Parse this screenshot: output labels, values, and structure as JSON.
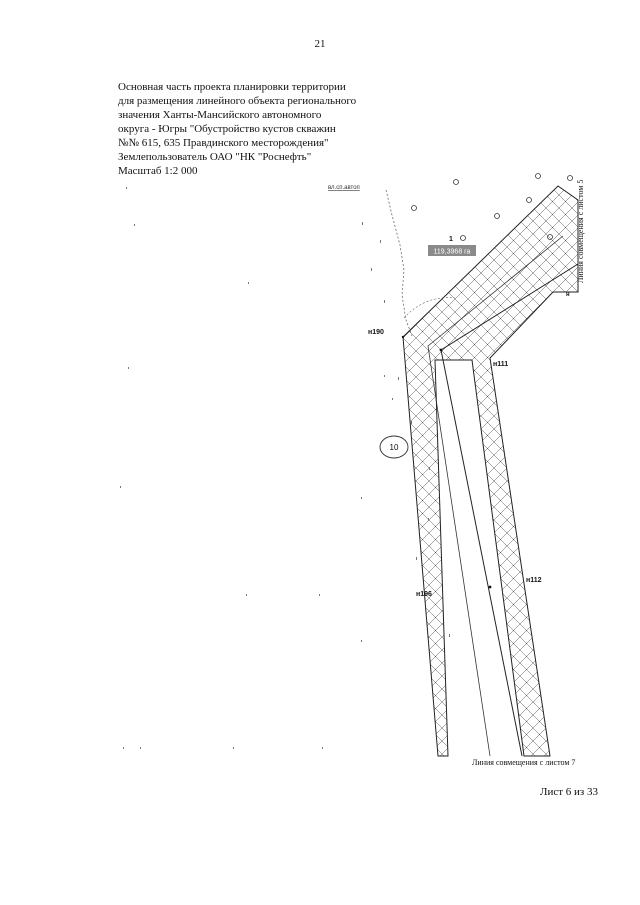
{
  "page": {
    "number": "21"
  },
  "title_block": {
    "lines": [
      "Основная часть проекта планировки территории",
      "для размещения линейного объекта регионального",
      "значения Ханты-Мансийского автономного",
      "округа - Югры \"Обустройство кустов скважин",
      "№№ 615, 635 Правдинского месторождения\"",
      "Землепользователь ОАО \"НК \"Роснефть\"",
      "Масштаб 1:2 000"
    ]
  },
  "map": {
    "top_label": "вл.сп.автоп",
    "parcel_number": "1",
    "parcel_area": "119,3968 га",
    "circle_label": "10",
    "points": {
      "n190": "н190",
      "n111": "н111",
      "n112": "н112",
      "n196": "н196",
      "n_top": "н"
    },
    "match_line_right": "Линия совмещения с листом 5",
    "match_line_bottom": "Линия совмещения с листом 7"
  },
  "footer": {
    "sheet_text": "Лист 6 из 33"
  }
}
